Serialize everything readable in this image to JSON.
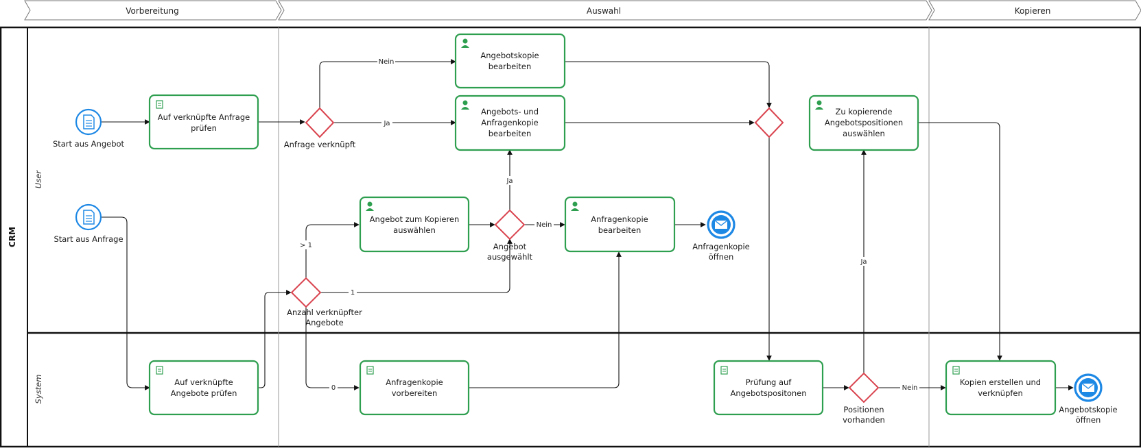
{
  "phases": [
    {
      "id": "p1",
      "label": "Vorbereitung"
    },
    {
      "id": "p2",
      "label": "Auswahl"
    },
    {
      "id": "p3",
      "label": "Kopieren"
    }
  ],
  "pool": {
    "label": "CRM"
  },
  "lanes": [
    {
      "id": "user",
      "label": "User"
    },
    {
      "id": "system",
      "label": "System"
    }
  ],
  "nodes": {
    "start_angebot": {
      "label": "Start aus Angebot"
    },
    "start_anfrage": {
      "label": "Start aus Anfrage"
    },
    "t_anfrage_pruefen": {
      "label1": "Auf verknüpfte Anfrage",
      "label2": "prüfen"
    },
    "t_angebote_pruefen": {
      "label1": "Auf verknüpfte",
      "label2": "Angebote prüfen"
    },
    "gw_anfrage": {
      "label": "Anfrage verknüpft"
    },
    "gw_anzahl": {
      "label1": "Anzahl verknüpfter",
      "label2": "Angebote"
    },
    "t_angebotskopie": {
      "label1": "Angebotskopie",
      "label2": "bearbeiten"
    },
    "t_angebot_anfrage": {
      "label1": "Angebots- und",
      "label2": "Anfragenkopie",
      "label3": "bearbeiten"
    },
    "t_angebot_auswaehlen": {
      "label1": "Angebot zum Kopieren",
      "label2": "auswählen"
    },
    "gw_ausgewaehlt": {
      "label1": "Angebot",
      "label2": "ausgewählt"
    },
    "t_anfragenkopie_bearb": {
      "label1": "Anfragenkopie",
      "label2": "bearbeiten"
    },
    "end_anfragenkopie": {
      "label1": "Anfragenkopie",
      "label2": "öffnen"
    },
    "t_anfragenkopie_vorb": {
      "label1": "Anfragenkopie",
      "label2": "vorbereiten"
    },
    "gw_join": {
      "label": ""
    },
    "t_pruefung": {
      "label1": "Prüfung auf",
      "label2": "Angebotspositonen"
    },
    "gw_positionen": {
      "label1": "Positionen",
      "label2": "vorhanden"
    },
    "t_positionen_auswaehlen": {
      "label1": "Zu kopierende",
      "label2": "Angebotspositionen",
      "label3": "auswählen"
    },
    "t_kopien": {
      "label1": "Kopien erstellen und",
      "label2": "verknüpfen"
    },
    "end_angebotskopie": {
      "label1": "Angebotskopie",
      "label2": "öffnen"
    }
  },
  "edge_labels": {
    "nein_top": "Nein",
    "ja_mid": "Ja",
    "gt1": "> 1",
    "one": "1",
    "zero": "0",
    "ja_up": "Ja",
    "nein_right": "Nein",
    "ja_pos": "Ja",
    "nein_pos": "Nein"
  },
  "colors": {
    "task_border": "#2e9e4f",
    "gateway_border": "#d9434e",
    "event_fill": "#1e88e5",
    "icon_green": "#2e9e4f"
  }
}
